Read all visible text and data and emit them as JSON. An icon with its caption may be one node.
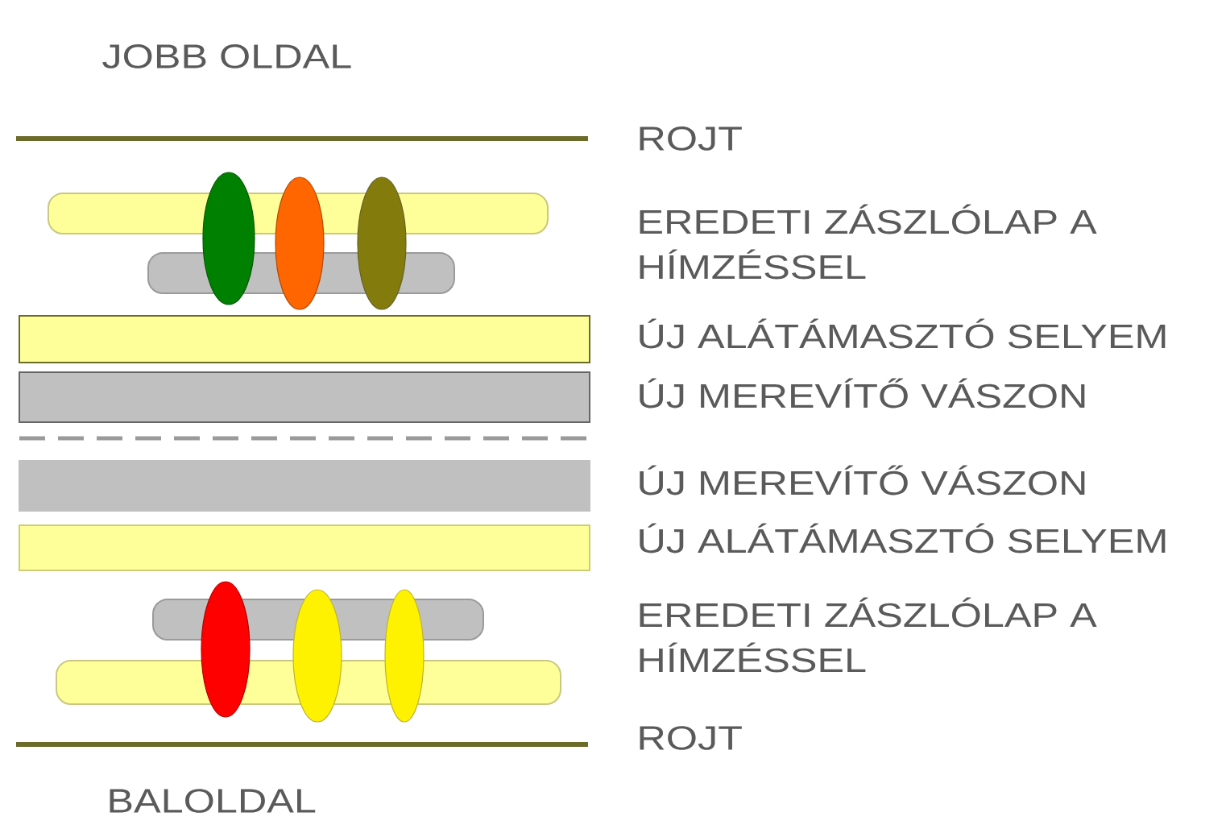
{
  "diagram": {
    "labels": [
      "JOBB OLDAL",
      "ROJT",
      "EREDETI ZÁSZLÓLAP A HÍMZÉSSEL",
      "ÚJ ALÁTÁMASZTÓ SELYEM",
      "ÚJ MEREVÍTŐ VÁSZON",
      "ÚJ MEREVÍTŐ VÁSZON",
      "ÚJ ALÁTÁMASZTÓ SELYEM",
      "EREDETI ZÁSZLÓLAP A HÍMZÉSSEL",
      "ROJT",
      "BALOLDAL"
    ]
  }
}
